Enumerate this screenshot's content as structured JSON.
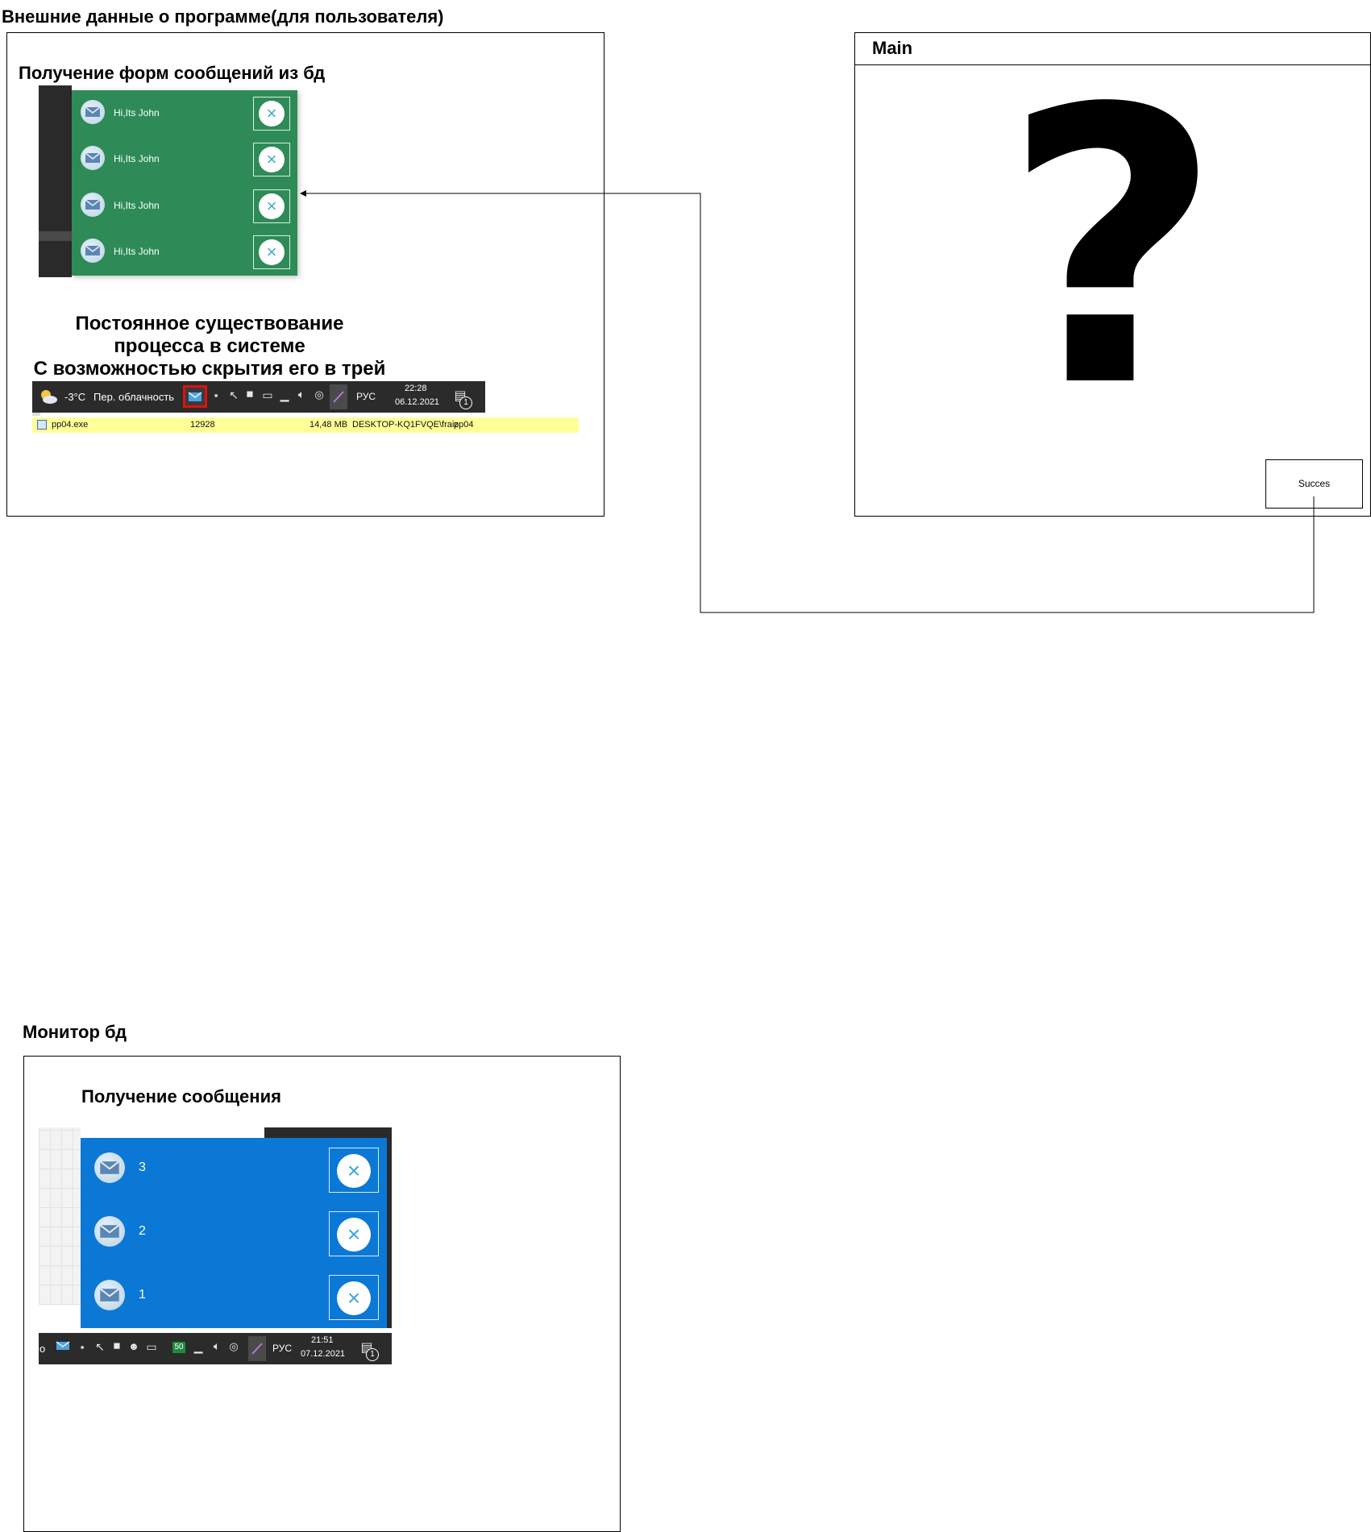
{
  "page_title": "Внешние данные о программе(для пользователя)",
  "external_frame": {
    "caption": "Получение форм сообщений из бд",
    "notifications": [
      {
        "text": "Hi,Its John",
        "close_glyph": "×"
      },
      {
        "text": "Hi,Its John",
        "close_glyph": "×"
      },
      {
        "text": "Hi,Its John",
        "close_glyph": "×"
      },
      {
        "text": "Hi,Its John",
        "close_glyph": "×"
      }
    ],
    "process_caption_lines": [
      "Постоянное существование",
      "процесса в системе",
      "С возможностью скрытия его в трей"
    ],
    "taskbar": {
      "weather_icon": "weather-cloud-sun-icon",
      "temperature": "-3°C",
      "weather_text": "Пер. облачность",
      "language": "РУС",
      "time": "22:28",
      "date": "06.12.2021",
      "notification_count": "1",
      "highlight_color": "#e01010"
    },
    "process_row": {
      "name": "pp04.exe",
      "pid": "12928",
      "memory": "14,48 MB",
      "user": "DESKTOP-KQ1FVQE\\fraiz",
      "description": "pp04"
    },
    "panel_color": "#2e8b57"
  },
  "main_frame": {
    "title": "Main",
    "symbol": "?",
    "button_label": "Succes"
  },
  "monitor_title": "Монитор бд",
  "monitor_frame": {
    "caption": "Получение сообщения",
    "messages": [
      {
        "text": "3",
        "close_glyph": "×"
      },
      {
        "text": "2",
        "close_glyph": "×"
      },
      {
        "text": "1",
        "close_glyph": "×"
      }
    ],
    "taskbar": {
      "leading": "о",
      "badge": "50",
      "language": "РУС",
      "time": "21:51",
      "date": "07.12.2021",
      "notification_count": "1"
    },
    "panel_color": "#0b78d6"
  }
}
